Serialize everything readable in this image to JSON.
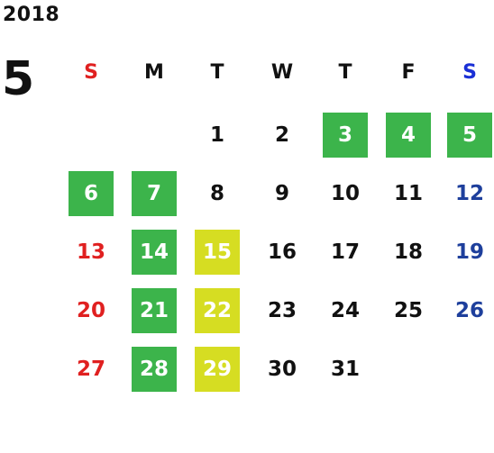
{
  "header": {
    "year": "2018",
    "month": "5"
  },
  "weekdays": [
    {
      "label": "S",
      "color": "#e02020"
    },
    {
      "label": "M",
      "color": "#111111"
    },
    {
      "label": "T",
      "color": "#111111"
    },
    {
      "label": "W",
      "color": "#111111"
    },
    {
      "label": "T",
      "color": "#111111"
    },
    {
      "label": "F",
      "color": "#111111"
    },
    {
      "label": "S",
      "color": "#1a2fd6"
    }
  ],
  "colors": {
    "sunday": "#e02020",
    "saturday": "#1e3f9c",
    "highlight_green": "#3cb44b",
    "highlight_yellow": "#d6dd22"
  },
  "days": [
    {
      "label": "1",
      "dow": 2,
      "week": 0,
      "highlight": "none"
    },
    {
      "label": "2",
      "dow": 3,
      "week": 0,
      "highlight": "none"
    },
    {
      "label": "3",
      "dow": 4,
      "week": 0,
      "highlight": "green"
    },
    {
      "label": "4",
      "dow": 5,
      "week": 0,
      "highlight": "green"
    },
    {
      "label": "5",
      "dow": 6,
      "week": 0,
      "highlight": "green"
    },
    {
      "label": "6",
      "dow": 0,
      "week": 1,
      "highlight": "green"
    },
    {
      "label": "7",
      "dow": 1,
      "week": 1,
      "highlight": "green"
    },
    {
      "label": "8",
      "dow": 2,
      "week": 1,
      "highlight": "none"
    },
    {
      "label": "9",
      "dow": 3,
      "week": 1,
      "highlight": "none"
    },
    {
      "label": "10",
      "dow": 4,
      "week": 1,
      "highlight": "none"
    },
    {
      "label": "11",
      "dow": 5,
      "week": 1,
      "highlight": "none"
    },
    {
      "label": "12",
      "dow": 6,
      "week": 1,
      "highlight": "none"
    },
    {
      "label": "13",
      "dow": 0,
      "week": 2,
      "highlight": "none"
    },
    {
      "label": "14",
      "dow": 1,
      "week": 2,
      "highlight": "green"
    },
    {
      "label": "15",
      "dow": 2,
      "week": 2,
      "highlight": "yellow"
    },
    {
      "label": "16",
      "dow": 3,
      "week": 2,
      "highlight": "none"
    },
    {
      "label": "17",
      "dow": 4,
      "week": 2,
      "highlight": "none"
    },
    {
      "label": "18",
      "dow": 5,
      "week": 2,
      "highlight": "none"
    },
    {
      "label": "19",
      "dow": 6,
      "week": 2,
      "highlight": "none"
    },
    {
      "label": "20",
      "dow": 0,
      "week": 3,
      "highlight": "none"
    },
    {
      "label": "21",
      "dow": 1,
      "week": 3,
      "highlight": "green"
    },
    {
      "label": "22",
      "dow": 2,
      "week": 3,
      "highlight": "yellow"
    },
    {
      "label": "23",
      "dow": 3,
      "week": 3,
      "highlight": "none"
    },
    {
      "label": "24",
      "dow": 4,
      "week": 3,
      "highlight": "none"
    },
    {
      "label": "25",
      "dow": 5,
      "week": 3,
      "highlight": "none"
    },
    {
      "label": "26",
      "dow": 6,
      "week": 3,
      "highlight": "none"
    },
    {
      "label": "27",
      "dow": 0,
      "week": 4,
      "highlight": "none"
    },
    {
      "label": "28",
      "dow": 1,
      "week": 4,
      "highlight": "green"
    },
    {
      "label": "29",
      "dow": 2,
      "week": 4,
      "highlight": "yellow"
    },
    {
      "label": "30",
      "dow": 3,
      "week": 4,
      "highlight": "none"
    },
    {
      "label": "31",
      "dow": 4,
      "week": 4,
      "highlight": "none"
    }
  ]
}
